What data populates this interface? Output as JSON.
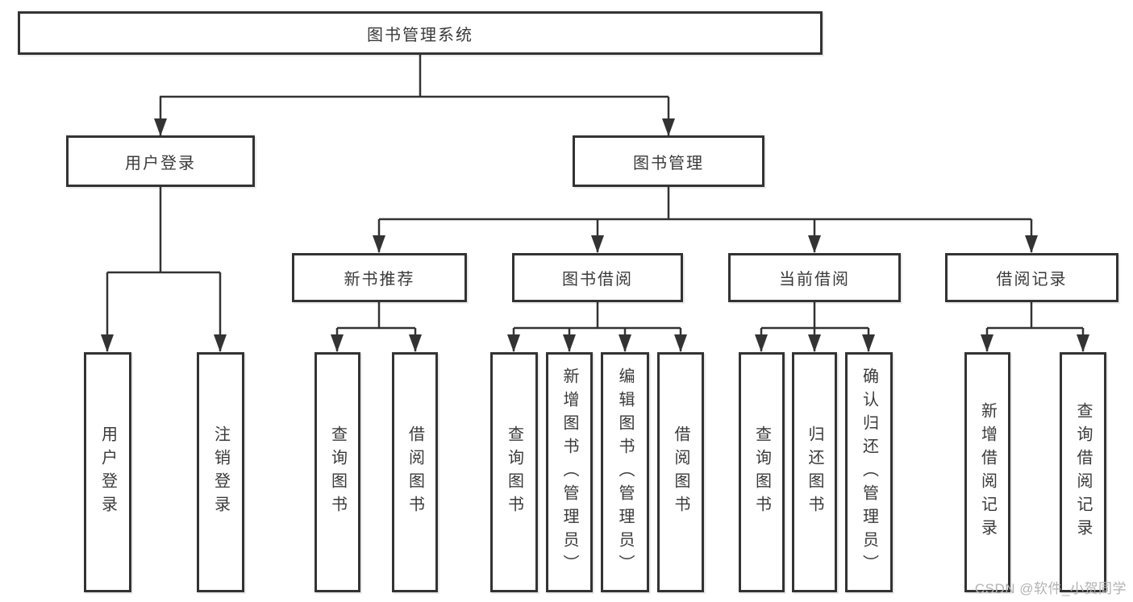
{
  "diagram": {
    "type": "hierarchy-tree",
    "title": "图书管理系统",
    "colors": {
      "line": "#333333",
      "box_border": "#333333",
      "box_fill": "#ffffff",
      "text": "#3a3a3a",
      "watermark": "#b3b3b3"
    },
    "nodes": {
      "root": "图书管理系统",
      "user_login": "用户登录",
      "book_management": "图书管理",
      "new_book_recommendation": "新书推荐",
      "book_borrowing": "图书借阅",
      "current_borrowing": "当前借阅",
      "borrowing_records": "借阅记录",
      "login": "用户登录",
      "logout": "注销登录",
      "nb_query_books": "查询图书",
      "nb_borrow_books": "借阅图书",
      "bb_query_books": "查询图书",
      "bb_add_books": "新增图书（管理员）",
      "bb_edit_books": "编辑图书（管理员）",
      "bb_borrow_books": "借阅图书",
      "cb_query_books": "查询图书",
      "cb_return_books": "归还图书",
      "cb_confirm_return": "确认归还（管理员）",
      "br_add_record": "新增借阅记录",
      "br_query_record": "查询借阅记录"
    },
    "edges": [
      [
        "图书管理系统",
        "用户登录"
      ],
      [
        "图书管理系统",
        "图书管理"
      ],
      [
        "用户登录",
        "用户登录"
      ],
      [
        "用户登录",
        "注销登录"
      ],
      [
        "图书管理",
        "新书推荐"
      ],
      [
        "图书管理",
        "图书借阅"
      ],
      [
        "图书管理",
        "当前借阅"
      ],
      [
        "图书管理",
        "借阅记录"
      ],
      [
        "新书推荐",
        "查询图书"
      ],
      [
        "新书推荐",
        "借阅图书"
      ],
      [
        "图书借阅",
        "查询图书"
      ],
      [
        "图书借阅",
        "新增图书（管理员）"
      ],
      [
        "图书借阅",
        "编辑图书（管理员）"
      ],
      [
        "图书借阅",
        "借阅图书"
      ],
      [
        "当前借阅",
        "查询图书"
      ],
      [
        "当前借阅",
        "归还图书"
      ],
      [
        "当前借阅",
        "确认归还（管理员）"
      ],
      [
        "借阅记录",
        "新增借阅记录"
      ],
      [
        "借阅记录",
        "查询借阅记录"
      ]
    ],
    "watermark": "CSDN @软件_小贺同学"
  }
}
